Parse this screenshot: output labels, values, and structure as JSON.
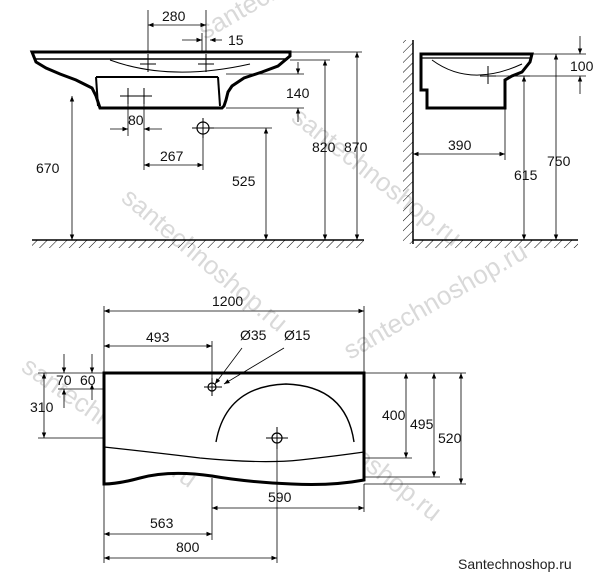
{
  "watermark": "santechnoshop.ru",
  "site_label": "Santechnoshop.ru",
  "colors": {
    "line": "#000000",
    "text": "#111111",
    "watermark": "#d9d9d9"
  },
  "front_view": {
    "dims": {
      "d280": "280",
      "d15": "15",
      "d140": "140",
      "d80": "80",
      "d267": "267",
      "d670": "670",
      "d525": "525",
      "d820": "820",
      "d870": "870"
    }
  },
  "side_view": {
    "dims": {
      "d100": "100",
      "d390": "390",
      "d615": "615",
      "d750": "750"
    }
  },
  "top_view": {
    "dims": {
      "d1200": "1200",
      "d493": "493",
      "dia35": "Ø35",
      "dia15": "Ø15",
      "d70": "70",
      "d60": "60",
      "d310": "310",
      "d400": "400",
      "d495": "495",
      "d520": "520",
      "d590": "590",
      "d563": "563",
      "d800": "800"
    }
  }
}
